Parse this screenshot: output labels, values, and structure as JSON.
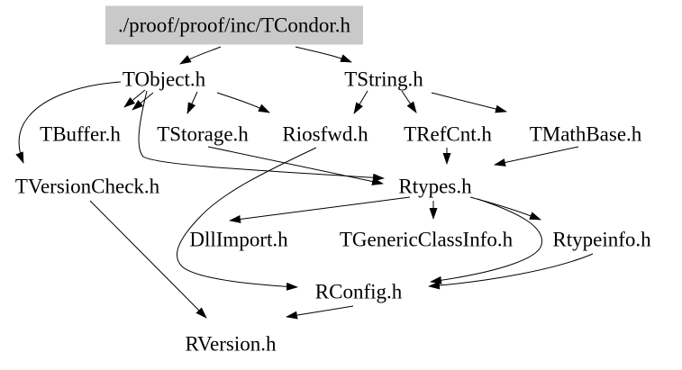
{
  "diagram": {
    "type": "include-dependency-graph",
    "colors": {
      "root_background": "#c9c9c9",
      "edge": "#000000",
      "text": "#000000"
    },
    "nodes": {
      "tcondor": {
        "label": "./proof/proof/inc/TCondor.h"
      },
      "tobject": {
        "label": "TObject.h"
      },
      "tstring": {
        "label": "TString.h"
      },
      "tbuffer": {
        "label": "TBuffer.h"
      },
      "tstorage": {
        "label": "TStorage.h"
      },
      "riosfwd": {
        "label": "Riosfwd.h"
      },
      "trefcnt": {
        "label": "TRefCnt.h"
      },
      "tmathbase": {
        "label": "TMathBase.h"
      },
      "tversioncheck": {
        "label": "TVersionCheck.h"
      },
      "rtypes": {
        "label": "Rtypes.h"
      },
      "dllimport": {
        "label": "DllImport.h"
      },
      "tgenericclassinfo": {
        "label": "TGenericClassInfo.h"
      },
      "rtypeinfo": {
        "label": "Rtypeinfo.h"
      },
      "rconfig": {
        "label": "RConfig.h"
      },
      "rversion": {
        "label": "RVersion.h"
      }
    },
    "edges": [
      {
        "from": "./proof/proof/inc/TCondor.h",
        "to": "TObject.h"
      },
      {
        "from": "./proof/proof/inc/TCondor.h",
        "to": "TString.h"
      },
      {
        "from": "TObject.h",
        "to": "TBuffer.h"
      },
      {
        "from": "TObject.h",
        "to": "TStorage.h"
      },
      {
        "from": "TObject.h",
        "to": "Riosfwd.h"
      },
      {
        "from": "TObject.h",
        "to": "TVersionCheck.h"
      },
      {
        "from": "TObject.h",
        "to": "Rtypes.h"
      },
      {
        "from": "TStorage.h",
        "to": "Rtypes.h"
      },
      {
        "from": "TString.h",
        "to": "Riosfwd.h"
      },
      {
        "from": "TString.h",
        "to": "TRefCnt.h"
      },
      {
        "from": "TString.h",
        "to": "TMathBase.h"
      },
      {
        "from": "TRefCnt.h",
        "to": "Rtypes.h"
      },
      {
        "from": "TMathBase.h",
        "to": "Rtypes.h"
      },
      {
        "from": "Rtypes.h",
        "to": "DllImport.h"
      },
      {
        "from": "Rtypes.h",
        "to": "TGenericClassInfo.h"
      },
      {
        "from": "Rtypes.h",
        "to": "Rtypeinfo.h"
      },
      {
        "from": "Rtypes.h",
        "to": "RConfig.h"
      },
      {
        "from": "Rtypeinfo.h",
        "to": "RConfig.h"
      },
      {
        "from": "Riosfwd.h",
        "to": "RConfig.h"
      },
      {
        "from": "RConfig.h",
        "to": "RVersion.h"
      },
      {
        "from": "TVersionCheck.h",
        "to": "RVersion.h"
      }
    ]
  }
}
